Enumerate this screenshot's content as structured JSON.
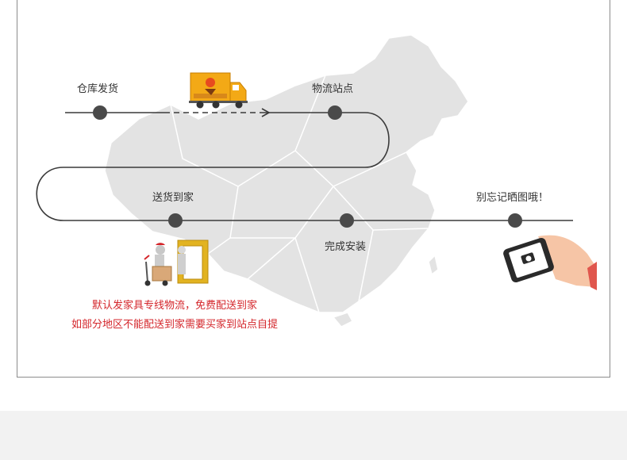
{
  "steps": {
    "warehouse": "仓库发货",
    "station": "物流站点",
    "delivery": "送货到家",
    "install": "完成安装",
    "photo": "别忘记晒图哦！"
  },
  "notes": {
    "line1": "默认发家具专线物流，免费配送到家",
    "line2": "如部分地区不能配送到家需要买家到站点自提"
  },
  "colors": {
    "route": "#3a3a3a",
    "node": "#4a4a4a",
    "map": "#e3e3e3",
    "note": "#d4262b",
    "truck": "#f3a916"
  }
}
